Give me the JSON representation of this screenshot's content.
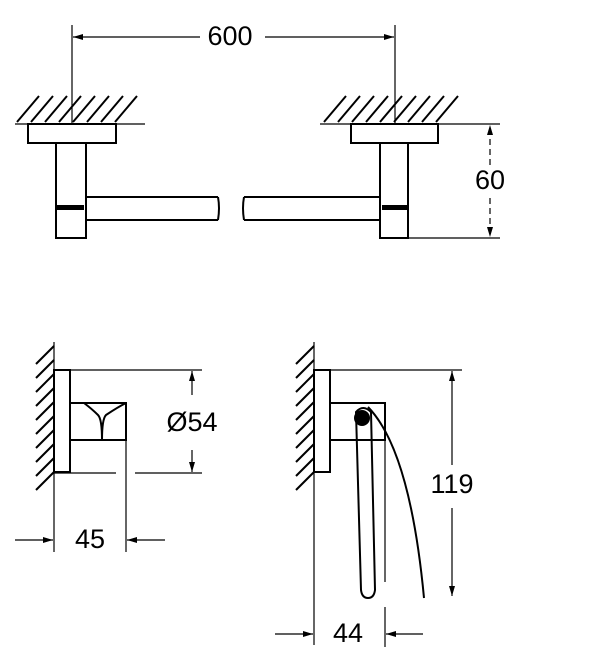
{
  "views": {
    "towel_rail": {
      "dimensions": {
        "length": "600",
        "projection": "60"
      }
    },
    "hook": {
      "dimensions": {
        "diameter": "Ø54",
        "projection": "45"
      }
    },
    "paper_holder": {
      "dimensions": {
        "height": "119",
        "projection": "44"
      }
    }
  },
  "colors": {
    "line": "#000000",
    "background": "#ffffff"
  }
}
